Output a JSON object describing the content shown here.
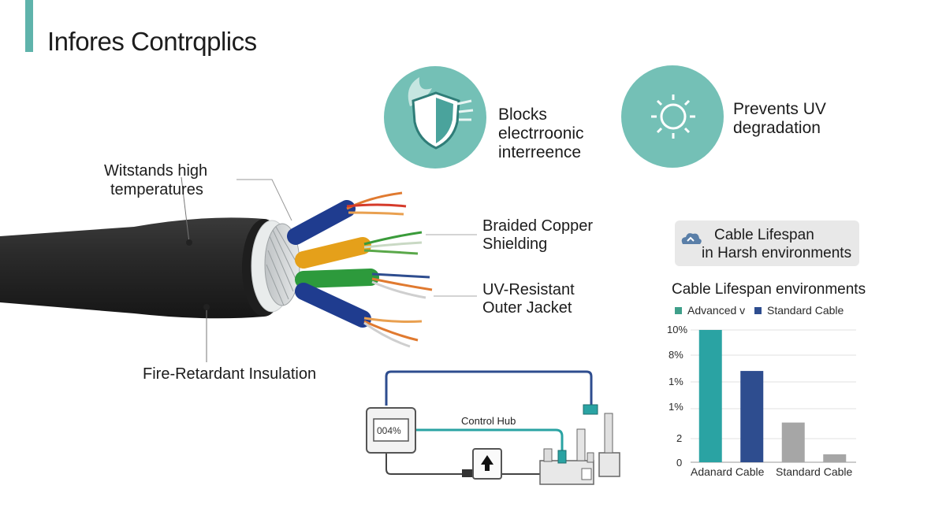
{
  "header": {
    "title": "Infores Contrqplics"
  },
  "callouts": {
    "temperature": [
      "Witstands high",
      "temperatures"
    ],
    "insulation": "Fire-Retardant Insulation",
    "shielding": [
      "Braided Copper",
      "Shielding"
    ],
    "jacket": [
      "UV-Resistant",
      "Outer Jacket"
    ]
  },
  "features": [
    {
      "icon": "shield-flame-icon",
      "lines": [
        "Blocks",
        "electrroonic",
        "interreence"
      ]
    },
    {
      "icon": "sun-icon",
      "lines": [
        "Prevents UV",
        "degradation"
      ]
    }
  ],
  "lifespan_box": {
    "title": "Cable Lifespan",
    "subtitle": "in Harsh environments",
    "icon": "cloud-icon"
  },
  "control_hub": {
    "label": "Control Hub",
    "meter_reading": "004%"
  },
  "colors": {
    "accent": "#5fb3ab",
    "teal_bar": "#2aa3a3",
    "navy_bar": "#2e4d8f",
    "gray_bar": "#a6a6a6"
  },
  "chart_data": {
    "type": "bar",
    "title": "Cable Lifespan environments",
    "legend": [
      "Advanced v",
      "Standard Cable"
    ],
    "legend_colors": [
      "#3f9f8a",
      "#2e4d8f"
    ],
    "y_tick_labels": [
      "10%",
      "8%",
      "1%",
      "1%",
      "2",
      "0"
    ],
    "x_category_labels": [
      "Adanard Cable",
      "Standard Cable"
    ],
    "bars": [
      {
        "color": "#2aa3a3",
        "value": 10
      },
      {
        "color": "#2e4d8f",
        "value": 6.9
      },
      {
        "color": "#a6a6a6",
        "value": 3
      },
      {
        "color": "#a6a6a6",
        "value": 0.6
      }
    ],
    "ylim": [
      0,
      10
    ],
    "grid": true
  }
}
